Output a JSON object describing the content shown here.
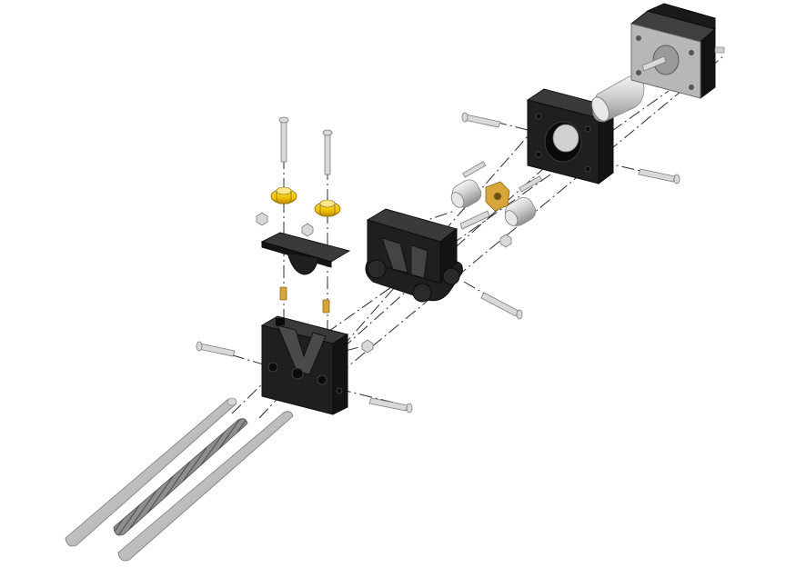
{
  "diagram": {
    "kind": "exploded-assembly",
    "colors": {
      "background": "#ffffff",
      "printed_parts": "#1f1f1f",
      "metal": "#c8c8c8",
      "knob_accent": "#f2c200",
      "brass": "#d8a53a",
      "axis_lines": "#2b2b2b"
    },
    "parts": [
      "stepper-motor",
      "shaft-coupler",
      "motor-mount-plate",
      "bearing-block-left",
      "bearing-block-right",
      "brass-nut",
      "pivot-block",
      "clamp-bar",
      "thumb-knob-left",
      "thumb-knob-right",
      "brass-insert-left",
      "brass-insert-right",
      "v-block",
      "smooth-rod-left",
      "threaded-rod",
      "smooth-rod-right",
      "bolts",
      "hex-nuts",
      "assembly-axis-lines"
    ]
  }
}
